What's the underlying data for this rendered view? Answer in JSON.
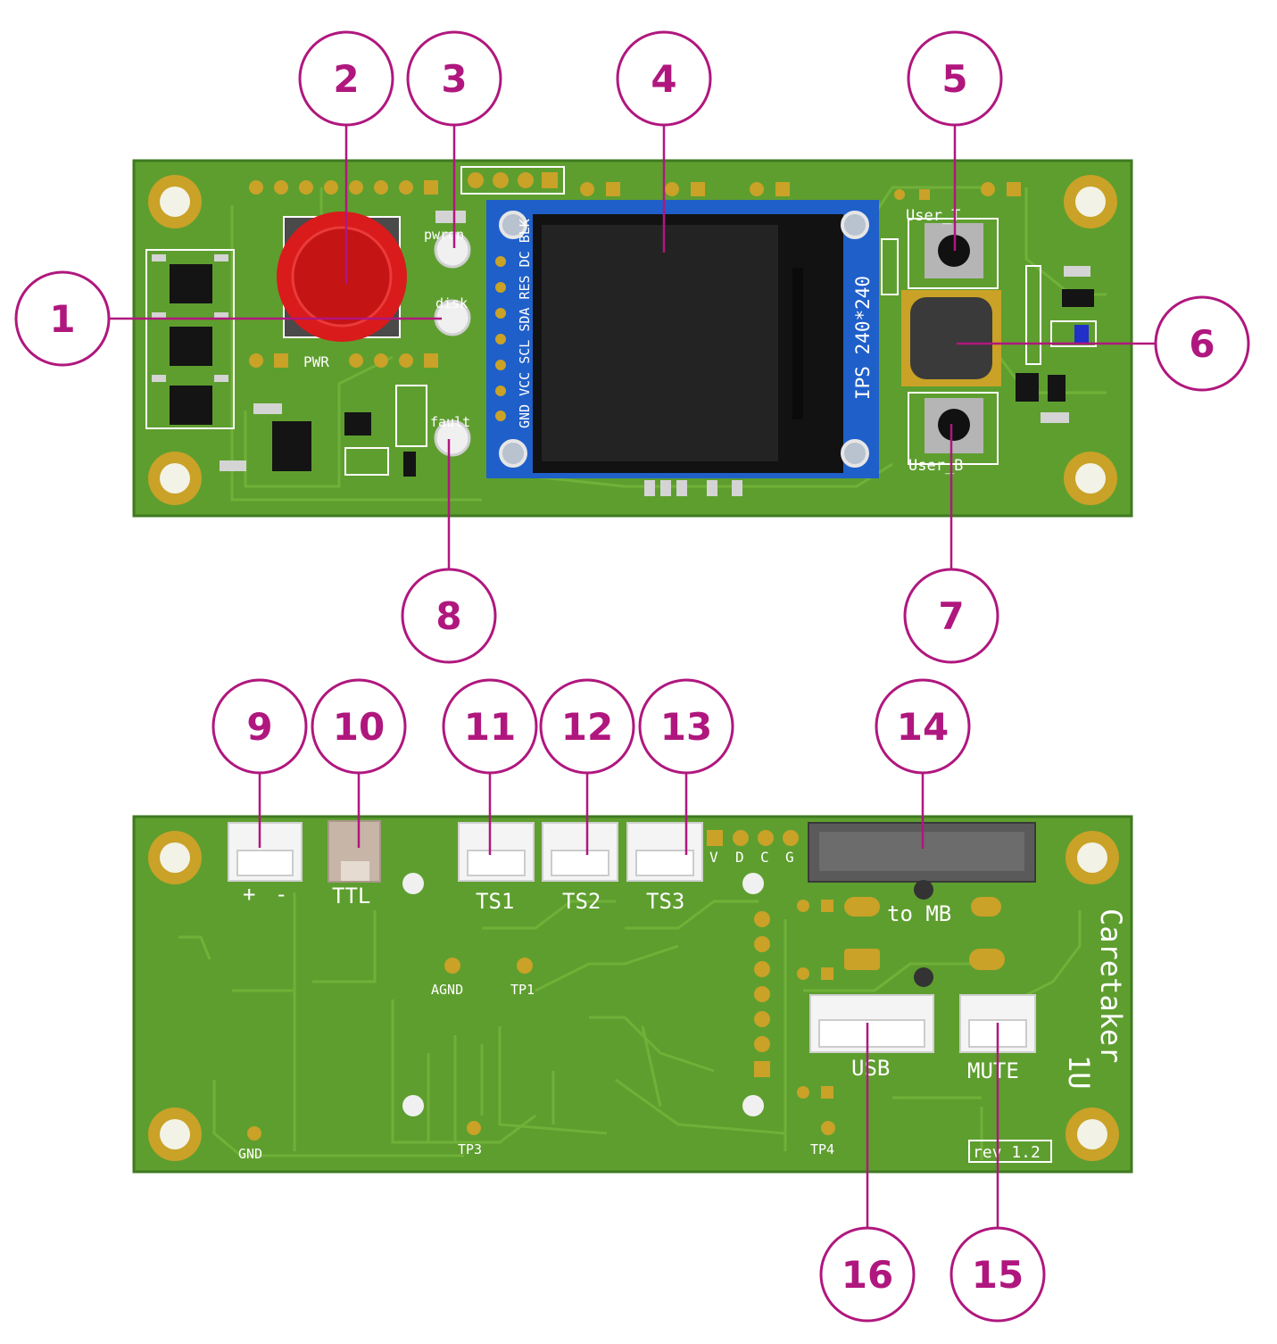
{
  "colors": {
    "accent": "#b0177e",
    "pcb": "#5e9e2f",
    "pcb_edge": "#3f7a20",
    "trace": "#73b23a",
    "pad_gold": "#c9a227",
    "screen_blue": "#1f5fc9",
    "button_red": "#d91b1b"
  },
  "callouts": [
    {
      "id": "1",
      "label": "1"
    },
    {
      "id": "2",
      "label": "2"
    },
    {
      "id": "3",
      "label": "3"
    },
    {
      "id": "4",
      "label": "4"
    },
    {
      "id": "5",
      "label": "5"
    },
    {
      "id": "6",
      "label": "6"
    },
    {
      "id": "7",
      "label": "7"
    },
    {
      "id": "8",
      "label": "8"
    },
    {
      "id": "9",
      "label": "9"
    },
    {
      "id": "10",
      "label": "10"
    },
    {
      "id": "11",
      "label": "11"
    },
    {
      "id": "12",
      "label": "12"
    },
    {
      "id": "13",
      "label": "13"
    },
    {
      "id": "14",
      "label": "14"
    },
    {
      "id": "15",
      "label": "15"
    },
    {
      "id": "16",
      "label": "16"
    }
  ],
  "front_board": {
    "silkscreen": {
      "pwr": "PWR",
      "pwron": "pwron",
      "disk": "disk",
      "fault": "fault",
      "user_t": "User_T",
      "user_b": "User_B",
      "display_pins": "GND VCC SCL SDA RES DC BLK",
      "display_size": "IPS 240*240"
    }
  },
  "back_board": {
    "silkscreen": {
      "plus": "+",
      "minus": "-",
      "ttl": "TTL",
      "ts1": "TS1",
      "ts2": "TS2",
      "ts3": "TS3",
      "v": "V",
      "d": "D",
      "c": "C",
      "g": "G",
      "to_mb": "to MB",
      "usb": "USB",
      "mute": "MUTE",
      "agnd": "AGND",
      "tp1": "TP1",
      "tp3": "TP3",
      "tp4": "TP4",
      "gnd": "GND",
      "product_line1": "Caretaker",
      "product_line2": "1U",
      "revision": "rev 1.2"
    }
  }
}
